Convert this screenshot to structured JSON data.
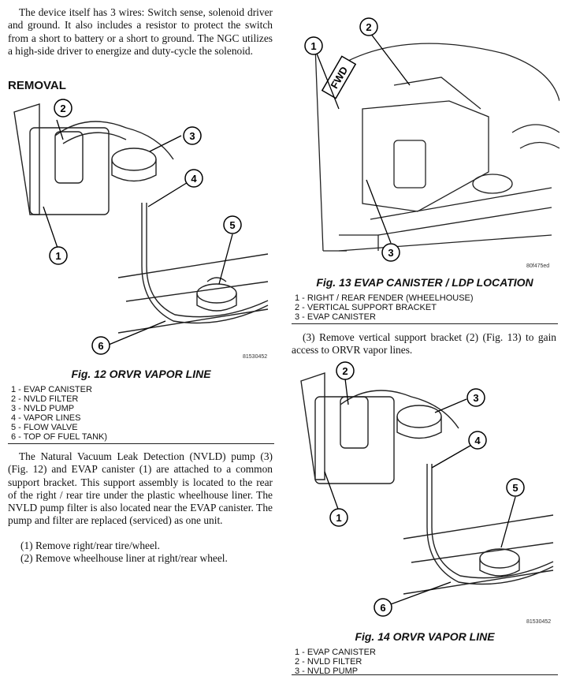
{
  "intro_paragraph": "The device itself has 3 wires: Switch sense, solenoid driver and ground. It also includes a resistor to protect the switch from a short to battery or a short to ground. The NGC utilizes a high-side driver to energize and duty-cycle the solenoid.",
  "removal_heading": "REMOVAL",
  "fig12": {
    "callouts": [
      "1",
      "2",
      "3",
      "4",
      "5",
      "6"
    ],
    "code": "81530452",
    "caption": "Fig. 12 ORVR VAPOR LINE",
    "legend": [
      "1 - EVAP CANISTER",
      "2 - NVLD FILTER",
      "3 - NVLD PUMP",
      "4 - VAPOR LINES",
      "5 - FLOW VALVE",
      "6 - TOP OF FUEL TANK)"
    ]
  },
  "nvld_paragraph": "The Natural Vacuum Leak Detection (NVLD) pump (3) (Fig. 12) and EVAP canister (1) are attached to a common support bracket. This support assembly is located to the rear of the right / rear tire under the plastic wheelhouse liner. The NVLD pump filter is also located near the EVAP canister. The pump and filter are replaced (serviced) as one unit.",
  "steps": [
    "(1) Remove right/rear tire/wheel.",
    "(2) Remove wheelhouse liner at right/rear wheel."
  ],
  "fig13": {
    "callouts": [
      "1",
      "2",
      "3"
    ],
    "fwd_label": "FWD",
    "code": "80f475ed",
    "caption": "Fig. 13 EVAP CANISTER / LDP LOCATION",
    "legend": [
      "1 - RIGHT / REAR FENDER (WHEELHOUSE)",
      "2 - VERTICAL SUPPORT BRACKET",
      "3 - EVAP CANISTER"
    ]
  },
  "step3": "(3) Remove vertical support bracket (2) (Fig. 13) to gain access to ORVR vapor lines.",
  "fig14": {
    "callouts": [
      "1",
      "2",
      "3",
      "4",
      "5",
      "6"
    ],
    "code": "81530452",
    "caption": "Fig. 14 ORVR VAPOR LINE",
    "legend": [
      "1 - EVAP CANISTER",
      "2 - NVLD FILTER",
      "3 - NVLD PUMP"
    ]
  }
}
